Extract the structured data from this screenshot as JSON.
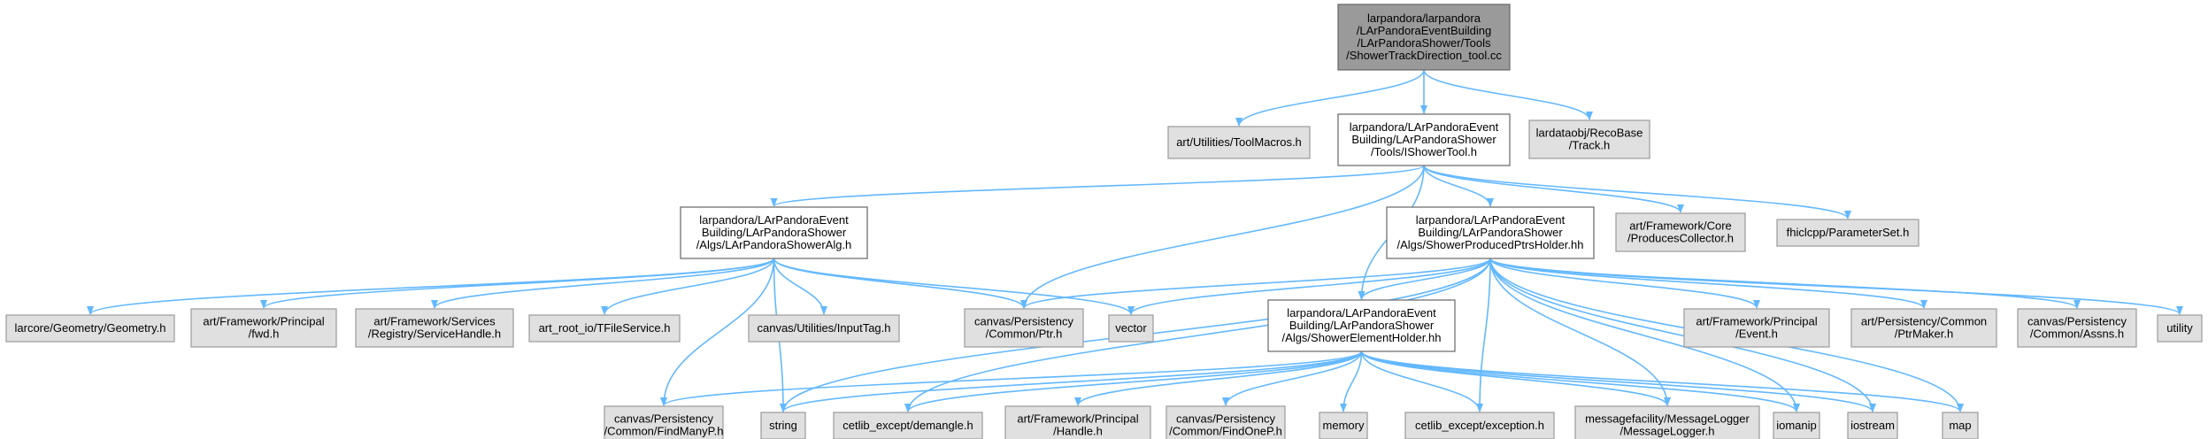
{
  "diagram": {
    "nodes": [
      {
        "id": "root",
        "style": "root",
        "lines": [
          "larpandora/larpandora",
          "/LArPandoraEventBuilding",
          "/LArPandoraShower/Tools",
          "/ShowerTrackDirection_tool.cc"
        ]
      },
      {
        "id": "toolmacros",
        "style": "gray",
        "lines": [
          "art/Utilities/ToolMacros.h"
        ]
      },
      {
        "id": "ishowertool",
        "style": "white",
        "lines": [
          "larpandora/LArPandoraEvent",
          "Building/LArPandoraShower",
          "/Tools/IShowerTool.h"
        ]
      },
      {
        "id": "track",
        "style": "gray",
        "lines": [
          "lardataobj/RecoBase",
          "/Track.h"
        ]
      },
      {
        "id": "showeralg",
        "style": "white",
        "lines": [
          "larpandora/LArPandoraEvent",
          "Building/LArPandoraShower",
          "/Algs/LArPandoraShowerAlg.h"
        ]
      },
      {
        "id": "ptrsholder",
        "style": "white",
        "lines": [
          "larpandora/LArPandoraEvent",
          "Building/LArPandoraShower",
          "/Algs/ShowerProducedPtrsHolder.hh"
        ]
      },
      {
        "id": "producescollector",
        "style": "gray",
        "lines": [
          "art/Framework/Core",
          "/ProducesCollector.h"
        ]
      },
      {
        "id": "parameterset",
        "style": "gray",
        "lines": [
          "fhiclcpp/ParameterSet.h"
        ]
      },
      {
        "id": "geometry",
        "style": "gray",
        "lines": [
          "larcore/Geometry/Geometry.h"
        ]
      },
      {
        "id": "fwd",
        "style": "gray",
        "lines": [
          "art/Framework/Principal",
          "/fwd.h"
        ]
      },
      {
        "id": "servicehandle",
        "style": "gray",
        "lines": [
          "art/Framework/Services",
          "/Registry/ServiceHandle.h"
        ]
      },
      {
        "id": "tfileservice",
        "style": "gray",
        "lines": [
          "art_root_io/TFileService.h"
        ]
      },
      {
        "id": "inputtag",
        "style": "gray",
        "lines": [
          "canvas/Utilities/InputTag.h"
        ]
      },
      {
        "id": "ptr",
        "style": "gray",
        "lines": [
          "canvas/Persistency",
          "/Common/Ptr.h"
        ]
      },
      {
        "id": "vector",
        "style": "gray",
        "lines": [
          "vector"
        ]
      },
      {
        "id": "elementholder",
        "style": "white",
        "lines": [
          "larpandora/LArPandoraEvent",
          "Building/LArPandoraShower",
          "/Algs/ShowerElementHolder.hh"
        ]
      },
      {
        "id": "event",
        "style": "gray",
        "lines": [
          "art/Framework/Principal",
          "/Event.h"
        ]
      },
      {
        "id": "ptrmaker",
        "style": "gray",
        "lines": [
          "art/Persistency/Common",
          "/PtrMaker.h"
        ]
      },
      {
        "id": "assns",
        "style": "gray",
        "lines": [
          "canvas/Persistency",
          "/Common/Assns.h"
        ]
      },
      {
        "id": "utility",
        "style": "gray",
        "lines": [
          "utility"
        ]
      },
      {
        "id": "findmanyp",
        "style": "gray",
        "lines": [
          "canvas/Persistency",
          "/Common/FindManyP.h"
        ]
      },
      {
        "id": "string",
        "style": "gray",
        "lines": [
          "string"
        ]
      },
      {
        "id": "demangle",
        "style": "gray",
        "lines": [
          "cetlib_except/demangle.h"
        ]
      },
      {
        "id": "handle",
        "style": "gray",
        "lines": [
          "art/Framework/Principal",
          "/Handle.h"
        ]
      },
      {
        "id": "findonep",
        "style": "gray",
        "lines": [
          "canvas/Persistency",
          "/Common/FindOneP.h"
        ]
      },
      {
        "id": "memory",
        "style": "gray",
        "lines": [
          "memory"
        ]
      },
      {
        "id": "exception",
        "style": "gray",
        "lines": [
          "cetlib_except/exception.h"
        ]
      },
      {
        "id": "messagelogger",
        "style": "gray",
        "lines": [
          "messagefacility/MessageLogger",
          "/MessageLogger.h"
        ]
      },
      {
        "id": "iomanip",
        "style": "gray",
        "lines": [
          "iomanip"
        ]
      },
      {
        "id": "iostream",
        "style": "gray",
        "lines": [
          "iostream"
        ]
      },
      {
        "id": "map",
        "style": "gray",
        "lines": [
          "map"
        ]
      }
    ],
    "edges": [
      [
        "root",
        "toolmacros"
      ],
      [
        "root",
        "ishowertool"
      ],
      [
        "root",
        "track"
      ],
      [
        "ishowertool",
        "showeralg"
      ],
      [
        "ishowertool",
        "ptrsholder"
      ],
      [
        "ishowertool",
        "producescollector"
      ],
      [
        "ishowertool",
        "parameterset"
      ],
      [
        "ishowertool",
        "ptr"
      ],
      [
        "ishowertool",
        "elementholder"
      ],
      [
        "showeralg",
        "geometry"
      ],
      [
        "showeralg",
        "fwd"
      ],
      [
        "showeralg",
        "servicehandle"
      ],
      [
        "showeralg",
        "tfileservice"
      ],
      [
        "showeralg",
        "inputtag"
      ],
      [
        "showeralg",
        "ptr"
      ],
      [
        "showeralg",
        "vector"
      ],
      [
        "showeralg",
        "findmanyp"
      ],
      [
        "showeralg",
        "string"
      ],
      [
        "ptrsholder",
        "ptr"
      ],
      [
        "ptrsholder",
        "vector"
      ],
      [
        "ptrsholder",
        "elementholder"
      ],
      [
        "ptrsholder",
        "event"
      ],
      [
        "ptrsholder",
        "ptrmaker"
      ],
      [
        "ptrsholder",
        "assns"
      ],
      [
        "ptrsholder",
        "utility"
      ],
      [
        "ptrsholder",
        "string"
      ],
      [
        "ptrsholder",
        "demangle"
      ],
      [
        "ptrsholder",
        "exception"
      ],
      [
        "ptrsholder",
        "messagelogger"
      ],
      [
        "ptrsholder",
        "iomanip"
      ],
      [
        "ptrsholder",
        "iostream"
      ],
      [
        "ptrsholder",
        "map"
      ],
      [
        "elementholder",
        "findmanyp"
      ],
      [
        "elementholder",
        "string"
      ],
      [
        "elementholder",
        "demangle"
      ],
      [
        "elementholder",
        "handle"
      ],
      [
        "elementholder",
        "findonep"
      ],
      [
        "elementholder",
        "memory"
      ],
      [
        "elementholder",
        "exception"
      ],
      [
        "elementholder",
        "messagelogger"
      ],
      [
        "elementholder",
        "iomanip"
      ],
      [
        "elementholder",
        "iostream"
      ],
      [
        "elementholder",
        "map"
      ]
    ]
  }
}
